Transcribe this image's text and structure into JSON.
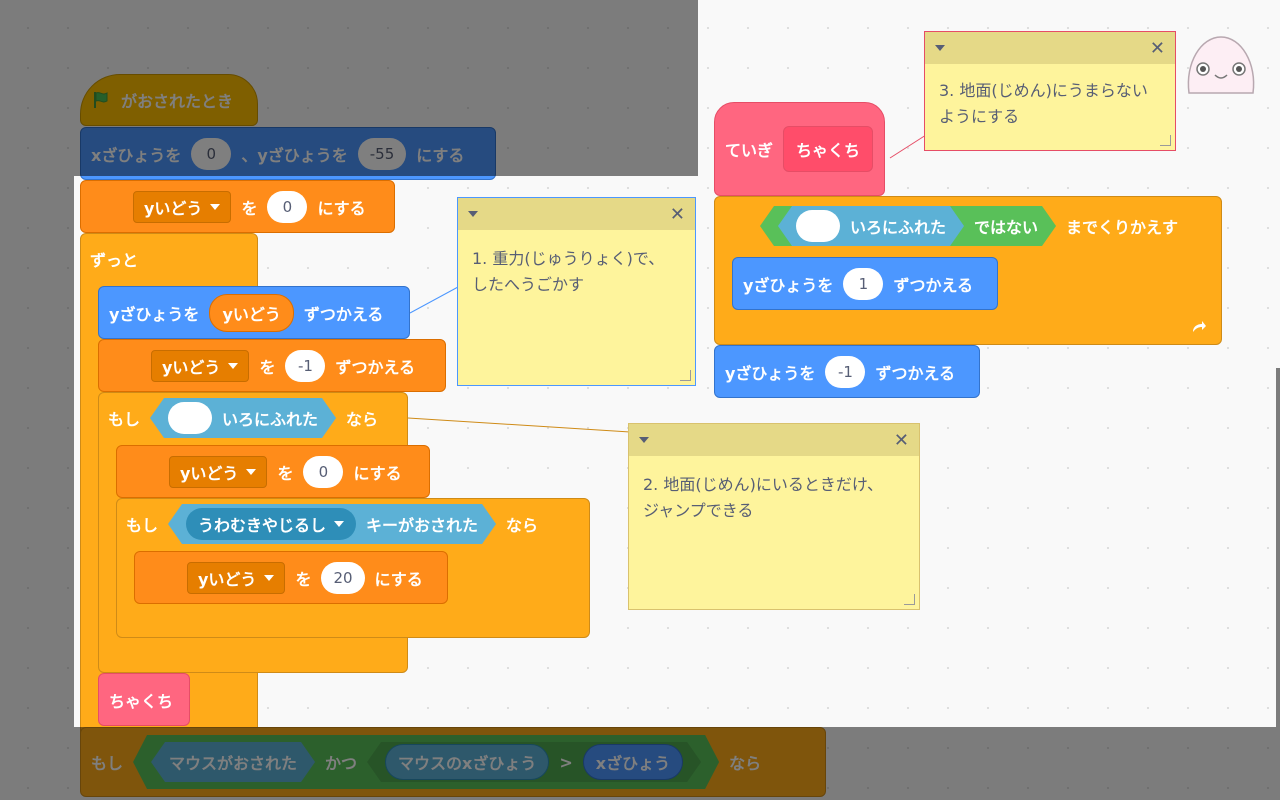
{
  "colors": {
    "motion": "#4c97ff",
    "variables": "#ff8c1a",
    "control": "#ffab19",
    "events": "#ffbf00",
    "my_blocks": "#ff6680",
    "sensing": "#5cb1d6",
    "operators": "#59c059",
    "note": "#fef49c"
  },
  "icons": [
    "green-flag-icon",
    "dropdown-arrow-icon",
    "close-icon",
    "loop-arrow-icon",
    "resize-handle-icon",
    "sprite-avatar"
  ],
  "main_script": {
    "hat_label": "がおされたとき",
    "goto_x_label": "xざひょうを",
    "goto_x_value": "0",
    "goto_sep": "、yざひょうを",
    "goto_y_value": "-55",
    "goto_suffix": "にする",
    "set_var1": {
      "var": "yいどう",
      "to": "を",
      "value": "0",
      "suffix": "にする"
    },
    "forever_label": "ずっと",
    "change_y": {
      "prefix": "yざひょうを",
      "reporter": "yいどう",
      "suffix": "ずつかえる"
    },
    "change_var": {
      "var": "yいどう",
      "to": "を",
      "value": "-1",
      "suffix": "ずつかえる"
    },
    "if1": {
      "prefix": "もし",
      "touching": "いろにふれた",
      "suffix": "なら"
    },
    "set_var2": {
      "var": "yいどう",
      "to": "を",
      "value": "0",
      "suffix": "にする"
    },
    "if2": {
      "prefix": "もし",
      "key": "うわむきやじるし",
      "key_suffix": "キーがおされた",
      "suffix": "なら"
    },
    "set_var3": {
      "var": "yいどう",
      "to": "を",
      "value": "20",
      "suffix": "にする"
    },
    "custom_call": "ちゃくち",
    "if3": {
      "prefix": "もし",
      "mouse_down": "マウスがおされた",
      "and": "かつ",
      "mouse_x": "マウスのxざひょう",
      "gt": ">",
      "x_pos": "xざひょう",
      "suffix": "なら"
    }
  },
  "define_script": {
    "define_label": "ていぎ",
    "define_name": "ちゃくち",
    "repeat_touching": "いろにふれた",
    "repeat_not": "ではない",
    "repeat_suffix": "までくりかえす",
    "change_y1": {
      "prefix": "yざひょうを",
      "value": "1",
      "suffix": "ずつかえる"
    },
    "change_y2": {
      "prefix": "yざひょうを",
      "value": "-1",
      "suffix": "ずつかえる"
    }
  },
  "notes": [
    {
      "text": "1. 重力(じゅうりょく)で、\nしたへうごかす"
    },
    {
      "text": "2. 地面(じめん)にいるときだけ、\nジャンプできる"
    },
    {
      "text": "3. 地面(じめん)にうまらない\nようにする"
    }
  ],
  "close_glyph": "✕"
}
